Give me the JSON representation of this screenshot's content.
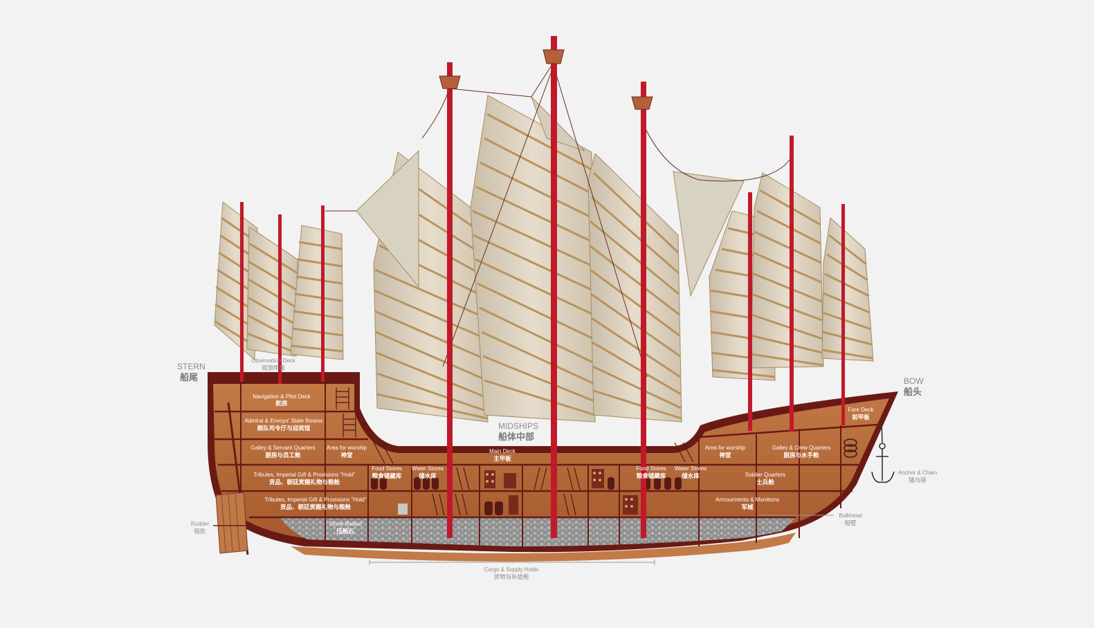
{
  "labels": {
    "stern": {
      "en": "STERN",
      "cn": "船尾"
    },
    "bow": {
      "en": "BOW",
      "cn": "船头"
    },
    "midships": {
      "en": "MIDSHIPS",
      "cn": "船体中部"
    },
    "observation_deck": {
      "en": "Observation Deck",
      "cn": "观测甲板"
    },
    "navigation_deck": {
      "en": "Navigation & Pilot Deck",
      "cn": "舵房"
    },
    "state_rooms": {
      "en": "Admiral & Envoys' State Rooms",
      "cn": "舰队司令厅与迎宾馆"
    },
    "galley_servant": {
      "en": "Galley & Servant Quarters",
      "cn": "厨房与员工舱"
    },
    "worship_aft": {
      "en": "Area for worship",
      "cn": "神堂"
    },
    "tributes_upper": {
      "en": "Tributes, Imperial Gift & Provisions \"Hold\"",
      "cn": "贡品、朝廷赏赐礼物与粮舱"
    },
    "tributes_lower": {
      "en": "Tributes, Imperial Gift & Provisions \"Hold\"",
      "cn": "贡品、朝廷赏赐礼物与粮舱"
    },
    "stone_ballast": {
      "en": "Stone Ballast",
      "cn": "压舱石"
    },
    "food_stores_aft": {
      "en": "Food Stores",
      "cn": "粮食储藏库"
    },
    "water_stores_aft": {
      "en": "Water Stores",
      "cn": "储水库"
    },
    "main_deck": {
      "en": "Main Deck",
      "cn": "主甲板"
    },
    "food_stores_fwd": {
      "en": "Food Stores",
      "cn": "粮食储藏库"
    },
    "water_stores_fwd": {
      "en": "Water Stores",
      "cn": "储水库"
    },
    "worship_fwd": {
      "en": "Area for worship",
      "cn": "神堂"
    },
    "galley_crew": {
      "en": "Galley & Crew Quarters",
      "cn": "厨房与水手舱"
    },
    "fore_deck": {
      "en": "Fore Deck",
      "cn": "前甲板"
    },
    "soldier_quarters": {
      "en": "Soldier Quarters",
      "cn": "士兵舱"
    },
    "armouments": {
      "en": "Armourments & Munitions",
      "cn": "军械"
    },
    "anchor": {
      "en": "Anchor & Chain",
      "cn": "锚与链"
    },
    "bulkhead": {
      "en": "Bulkhead",
      "cn": "船壁"
    },
    "rudder": {
      "en": "Rudder",
      "cn": "船舵"
    },
    "cargo": {
      "en": "Cargo & Supply Holds",
      "cn": "货物与补给舱"
    }
  },
  "colors": {
    "hull_wood": "#b8693a",
    "hull_dark": "#6a1a14",
    "mast_red": "#c01a2a",
    "sail": "#ddd3c0",
    "sail_batten": "#b9925e",
    "ballast": "#9a9a9a",
    "background": "#f2f2f2"
  }
}
